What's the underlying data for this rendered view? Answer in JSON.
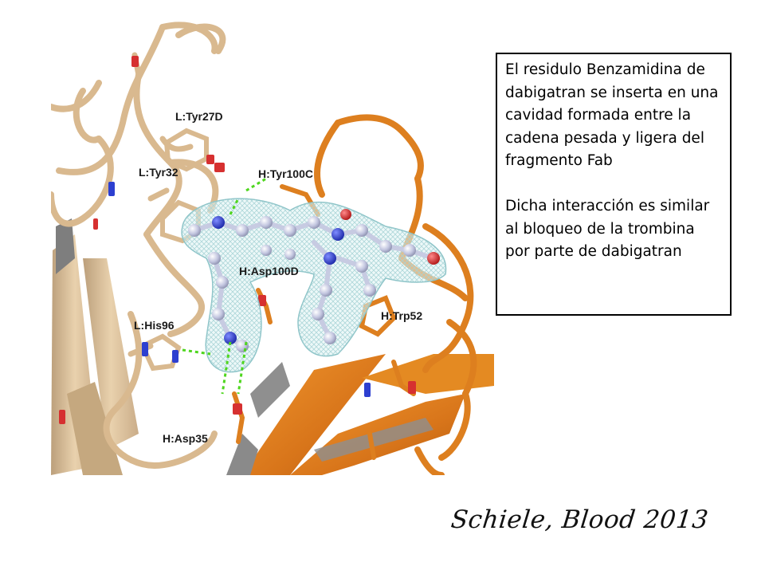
{
  "figure": {
    "labels": {
      "tyr27d": "L:Tyr27D",
      "tyr32": "L:Tyr32",
      "tyr100c": "H:Tyr100C",
      "asp100d": "H:Asp100D",
      "his96": "L:His96",
      "trp52": "H:Trp52",
      "asp35": "H:Asp35"
    },
    "colors": {
      "light_chain": "#d9b98f",
      "heavy_chain": "#dd7f1f",
      "ligand_mesh": "#b9dfe0",
      "ligand_atoms": "#c7cbe2",
      "nitrogen": "#2d3fd0",
      "oxygen": "#d63030",
      "hbond": "#4fd61f"
    }
  },
  "textbox": {
    "paragraph1": "El residulo Benzamidina de dabigatran se inserta en una cavidad formada entre la cadena pesada y ligera del fragmento Fab",
    "paragraph2": "Dicha interacción es similar al bloqueo de la trombina por parte de dabigatran"
  },
  "citation": "Schiele,  Blood 2013"
}
